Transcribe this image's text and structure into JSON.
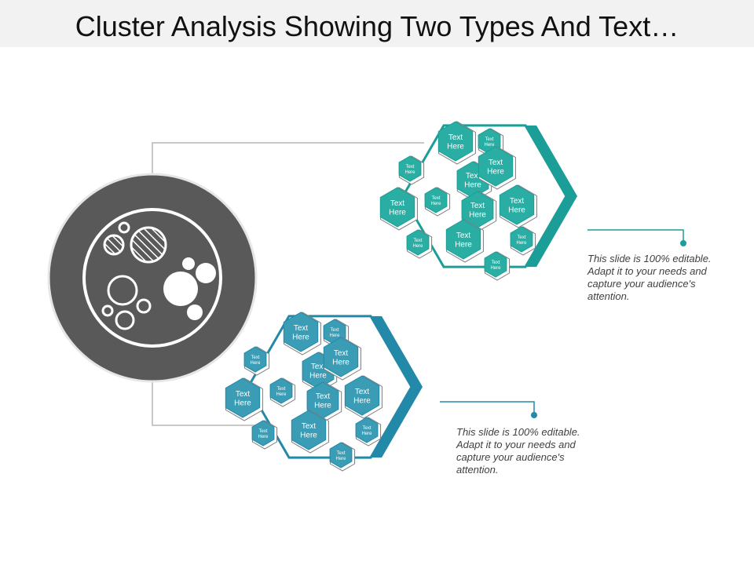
{
  "title": "Cluster Analysis Showing Two Types And Text…",
  "colors": {
    "title_bar": "#f2f2f2",
    "connector": "#c8c8c8",
    "circle_dark": "#595959",
    "cluster1_accent": "#1a9e97",
    "cluster1_fill": "#2aaea4",
    "cluster2_accent": "#2389a8",
    "cluster2_fill": "#3a9cb5"
  },
  "clusters": [
    {
      "id": "cluster-1",
      "note": "This slide is 100% editable. Adapt it to your needs and capture your audience's attention.",
      "cells": [
        {
          "label": "Text Here"
        },
        {
          "label": "Text Here"
        },
        {
          "label": "Text Here"
        },
        {
          "label": "Text Here"
        },
        {
          "label": "Text Here"
        },
        {
          "label": "Text Here"
        },
        {
          "label": "Text Here"
        },
        {
          "label": "Text Here"
        },
        {
          "label": "Text Here"
        },
        {
          "label": "Text Here"
        },
        {
          "label": "Text Here"
        },
        {
          "label": "Text Here"
        },
        {
          "label": "Text Here"
        },
        {
          "label": "Text Here"
        }
      ]
    },
    {
      "id": "cluster-2",
      "note": "This slide is 100% editable. Adapt it to your needs and capture your audience's attention.",
      "cells": [
        {
          "label": "Text Here"
        },
        {
          "label": "Text Here"
        },
        {
          "label": "Text Here"
        },
        {
          "label": "Text Here"
        },
        {
          "label": "Text Here"
        },
        {
          "label": "Text Here"
        },
        {
          "label": "Text Here"
        },
        {
          "label": "Text Here"
        },
        {
          "label": "Text Here"
        },
        {
          "label": "Text Here"
        },
        {
          "label": "Text Here"
        },
        {
          "label": "Text Here"
        },
        {
          "label": "Text Here"
        },
        {
          "label": "Text Here"
        }
      ]
    }
  ]
}
